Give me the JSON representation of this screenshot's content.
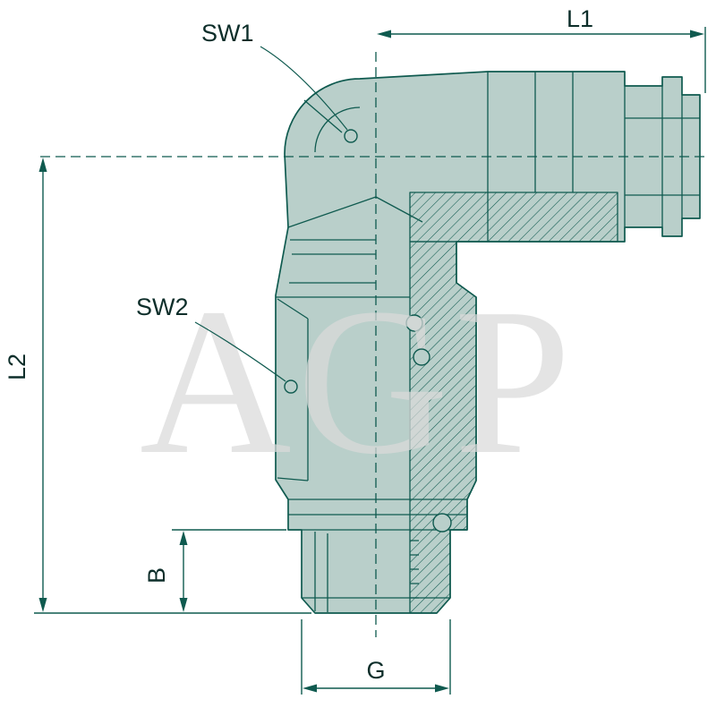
{
  "watermark": "AGP",
  "labels": {
    "l1": "L1",
    "l2": "L2",
    "b": "B",
    "g": "G",
    "sw1": "SW1",
    "sw2": "SW2"
  },
  "colors": {
    "line": "#0f5a4f",
    "fill": "#b9cfca",
    "watermark": "#d9d9d9",
    "background": "#ffffff",
    "label_text": "#0d2e2a"
  }
}
